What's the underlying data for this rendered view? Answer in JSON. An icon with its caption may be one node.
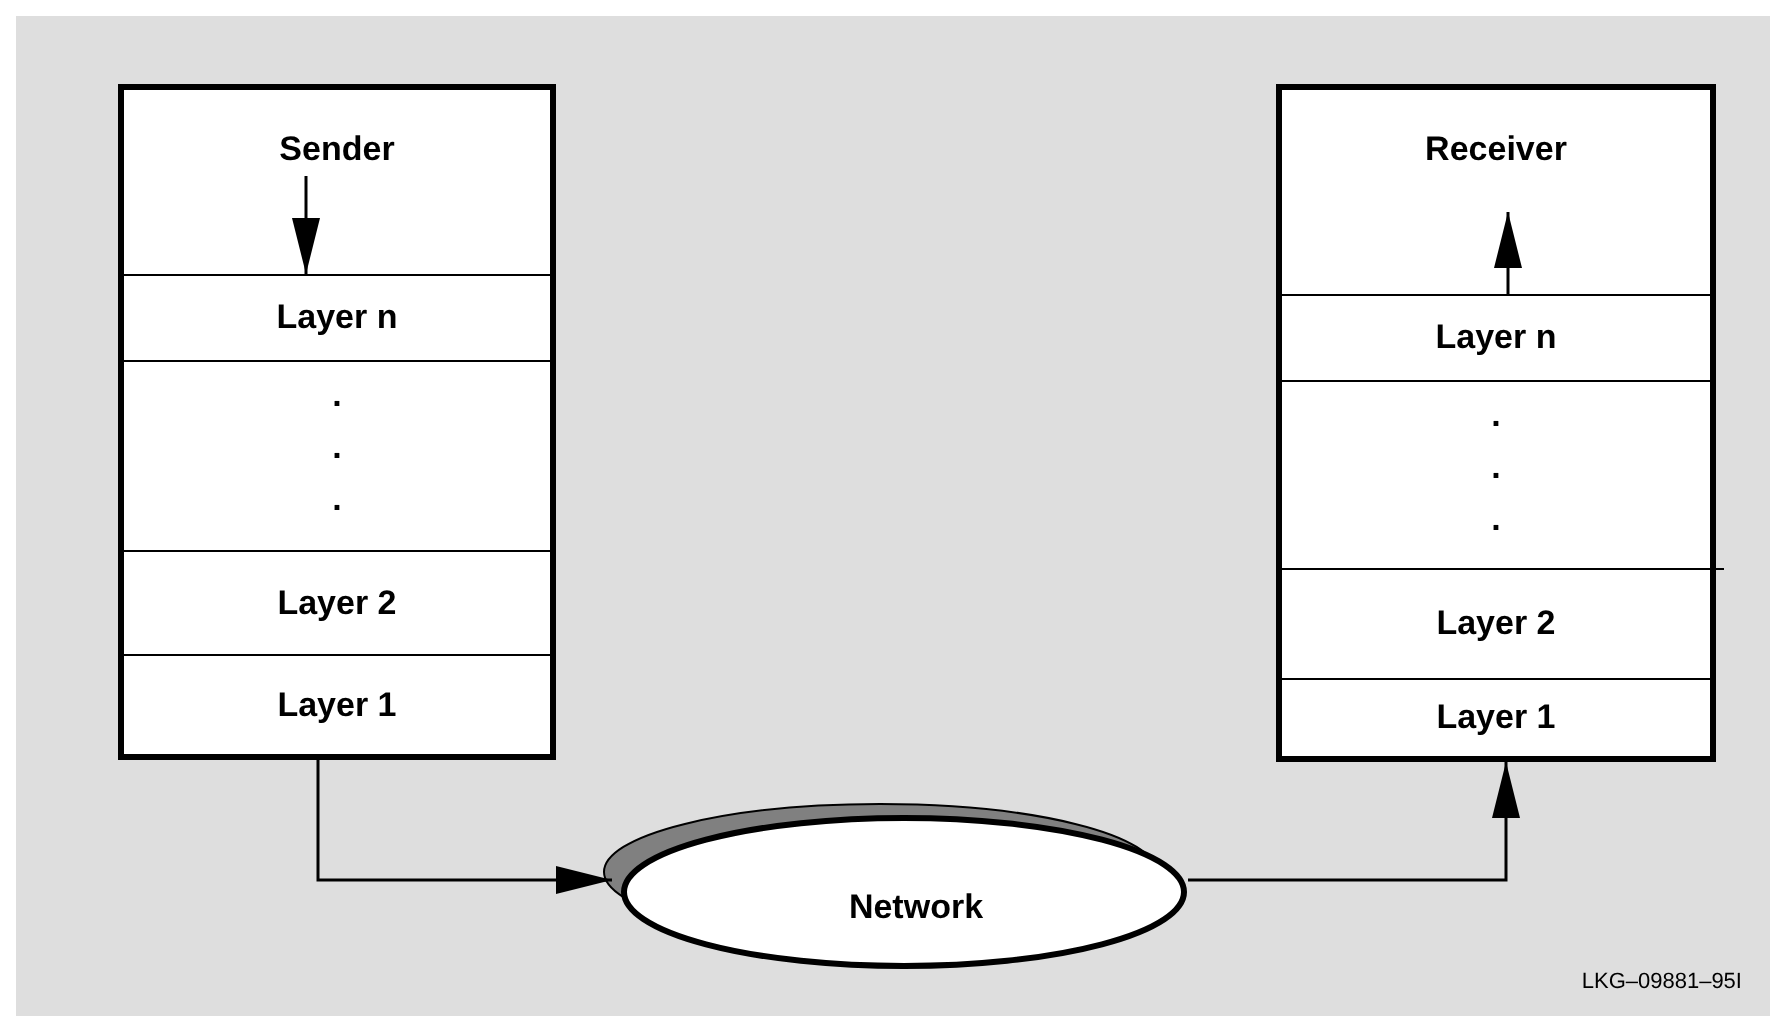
{
  "diagram": {
    "nodes": [
      {
        "text": [
          "Sender"
        ]
      },
      {
        "text": [
          "Layer n"
        ]
      },
      {
        "text": [
          ". . ."
        ]
      },
      {
        "text": [
          "Layer 2"
        ]
      },
      {
        "text": [
          "Layer 1"
        ]
      },
      {
        "text": [
          "Receiver"
        ]
      },
      {
        "text": [
          "Layer n"
        ]
      },
      {
        "text": [
          ". . ."
        ]
      },
      {
        "text": [
          "Layer 2"
        ]
      },
      {
        "text": [
          "Layer 1"
        ]
      },
      {
        "text": [
          "Network"
        ]
      }
    ],
    "edges": [
      {
        "from": 0,
        "to": 1,
        "arrow": "to"
      },
      {
        "from": 4,
        "to": 10,
        "arrow": "to"
      },
      {
        "from": 10,
        "to": 9,
        "arrow": "to"
      },
      {
        "from": 6,
        "to": 5,
        "arrow": "to"
      }
    ],
    "labels": [
      "LKG–09881–95I"
    ]
  }
}
